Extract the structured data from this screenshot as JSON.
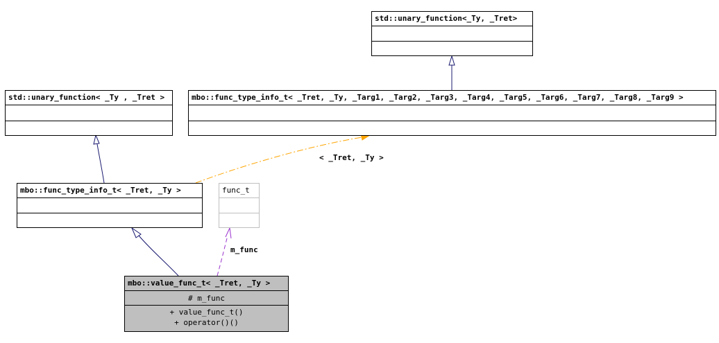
{
  "classes": {
    "unary_function_top": {
      "name": "std::unary_function<_Ty, _Tret>",
      "attributes": [],
      "methods": []
    },
    "unary_function_left": {
      "name": "std::unary_function< _Ty , _Tret >",
      "attributes": [],
      "methods": []
    },
    "func_type_info_full": {
      "name": "mbo::func_type_info_t< _Tret, _Ty, _Targ1, _Targ2, _Targ3, _Targ4, _Targ5, _Targ6, _Targ7, _Targ8, _Targ9 >",
      "attributes": [],
      "methods": []
    },
    "func_type_info_two": {
      "name": "mbo::func_type_info_t< _Tret, _Ty >",
      "attributes": [],
      "methods": []
    },
    "func_t": {
      "name": "func_t",
      "attributes": [],
      "methods": []
    },
    "value_func_t": {
      "name": "mbo::value_func_t< _Tret, _Ty >",
      "attributes": [
        "# m_func"
      ],
      "methods": [
        "+ value_func_t()",
        "+ operator()()"
      ]
    }
  },
  "edge_labels": {
    "template_binding": "< _Tret, _Ty >",
    "member_usage": "m_func"
  },
  "colors": {
    "inheritance": "#191970",
    "template_binding": "#ffa500",
    "usage": "#9a32cd",
    "focus_fill": "#bfbfbf",
    "undocumented_border": "#bfbfbf"
  }
}
